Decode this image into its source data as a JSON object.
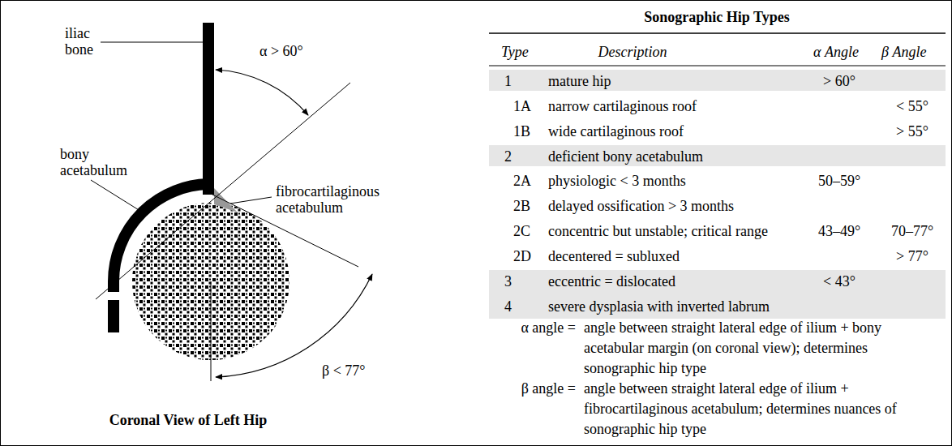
{
  "diagram": {
    "title": "Sonographic Hip Types",
    "caption": "Coronal View of Left Hip",
    "labels": [
      "iliac bone",
      "bony acetabulum",
      "fibrocartilaginous acetabulum",
      "α > 60°",
      "β < 77°",
      "Type",
      "Description",
      "α Angle",
      "β Angle",
      "1",
      "mature hip",
      "> 60°",
      "1A",
      "narrow cartilaginous roof",
      "< 55°",
      "1B",
      "wide cartilaginous roof",
      "> 55°",
      "2",
      "deficient bony acetabulum",
      "2A",
      "physiologic < 3 months",
      "50–59°",
      "2B",
      "delayed ossification > 3 months",
      "2C",
      "concentric but unstable; critical range",
      "43–49°",
      "70–77°",
      "2D",
      "decentered = subluxed",
      "> 77°",
      "3",
      "eccentric = dislocated",
      "< 43°",
      "4",
      "severe dysplasia with inverted labrum",
      "α angle =",
      "angle between straight lateral edge of ilium + bony acetabular margin (on coronal view); determines sonographic hip type",
      "β angle =",
      "angle between straight lateral edge of ilium + fibrocartilaginous acetabulum; determines nuances of sonographic hip type"
    ]
  }
}
